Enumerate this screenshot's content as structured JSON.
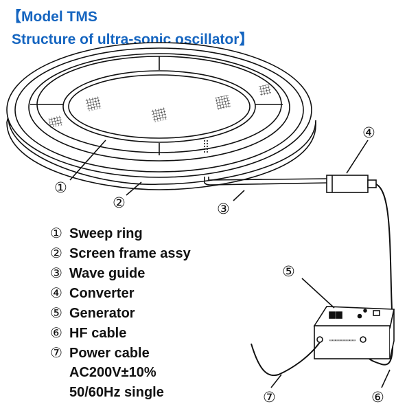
{
  "title": {
    "line1": "【Model TMS",
    "line2": "Structure of ultra-sonic oscillator】"
  },
  "legend": [
    {
      "num": "①",
      "label": "Sweep ring"
    },
    {
      "num": "②",
      "label": "Screen frame assy"
    },
    {
      "num": "③",
      "label": "Wave guide"
    },
    {
      "num": "④",
      "label": "Converter"
    },
    {
      "num": "⑤",
      "label": "Generator"
    },
    {
      "num": "⑥",
      "label": "HF cable"
    },
    {
      "num": "⑦",
      "label": "Power cable"
    }
  ],
  "power_spec": [
    "AC200V±10%",
    "50/60Hz single"
  ],
  "callouts": {
    "c1": "①",
    "c2": "②",
    "c3": "③",
    "c4": "④",
    "c5": "⑤",
    "c6": "⑥",
    "c7": "⑦"
  },
  "colors": {
    "title": "#1565c0",
    "ink": "#111111"
  }
}
